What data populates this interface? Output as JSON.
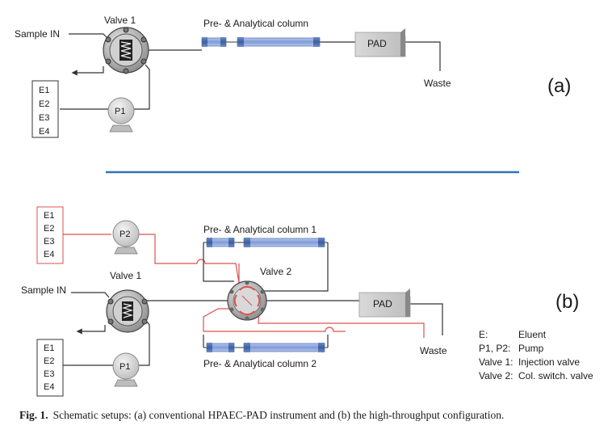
{
  "panel_a": {
    "valve1_label": "Valve 1",
    "sample_in": "Sample IN",
    "column_label": "Pre- & Analytical column",
    "pad_label": "PAD",
    "waste_label": "Waste",
    "pump_label": "P1",
    "eluents": [
      "E1",
      "E2",
      "E3",
      "E4"
    ],
    "panel_tag": "(a)"
  },
  "panel_b": {
    "eluents_top": [
      "E1",
      "E2",
      "E3",
      "E4"
    ],
    "pump2_label": "P2",
    "column1_label": "Pre- & Analytical column 1",
    "valve2_label": "Valve 2",
    "valve1_label": "Valve 1",
    "sample_in": "Sample IN",
    "pad_label": "PAD",
    "panel_tag": "(b)",
    "waste_label": "Waste",
    "eluents_bottom": [
      "E1",
      "E2",
      "E3",
      "E4"
    ],
    "pump1_label": "P1",
    "column2_label": "Pre- & Analytical column 2",
    "legend": [
      {
        "key": "E:",
        "value": "Eluent"
      },
      {
        "key": "P1, P2:",
        "value": "Pump"
      },
      {
        "key": "Valve 1:",
        "value": "Injection valve"
      },
      {
        "key": "Valve 2:",
        "value": "Col. switch. valve"
      }
    ]
  },
  "caption": {
    "label": "Fig. 1.",
    "text": "Schematic setups: (a) conventional HPAEC-PAD instrument and (b) the high-throughput configuration."
  },
  "colors": {
    "line": "#333333",
    "red_line": "#d9534f",
    "separator": "#2e75b6",
    "column": "#8fa9df",
    "column_end": "#4a6fb0",
    "device": "#c8c8c8"
  }
}
